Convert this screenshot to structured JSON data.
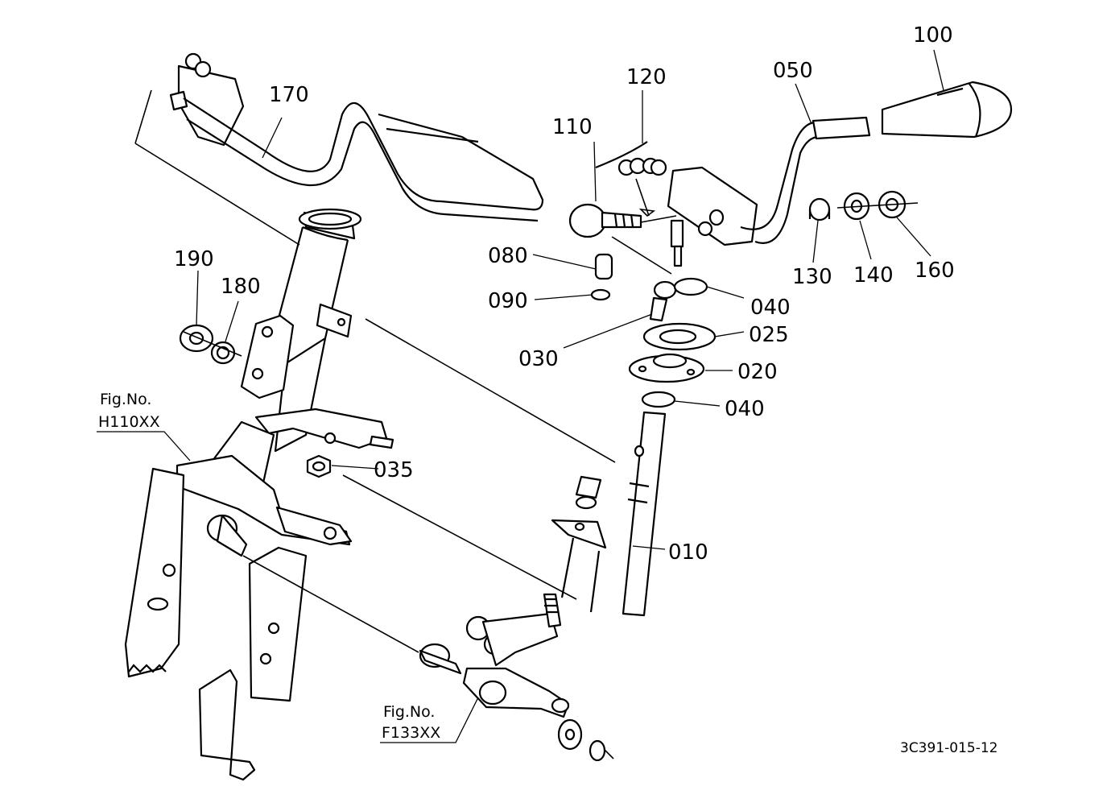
{
  "diagram": {
    "part_labels": [
      "170",
      "190",
      "180",
      "120",
      "110",
      "050",
      "100",
      "080",
      "090",
      "030",
      "040",
      "025",
      "020",
      "040",
      "035",
      "010",
      "130",
      "140",
      "160"
    ],
    "figure_refs": [
      {
        "prefix": "Fig.No.",
        "code": "H110XX"
      },
      {
        "prefix": "Fig.No.",
        "code": "F133XX"
      }
    ],
    "drawing_code": "3C391-015-12"
  }
}
